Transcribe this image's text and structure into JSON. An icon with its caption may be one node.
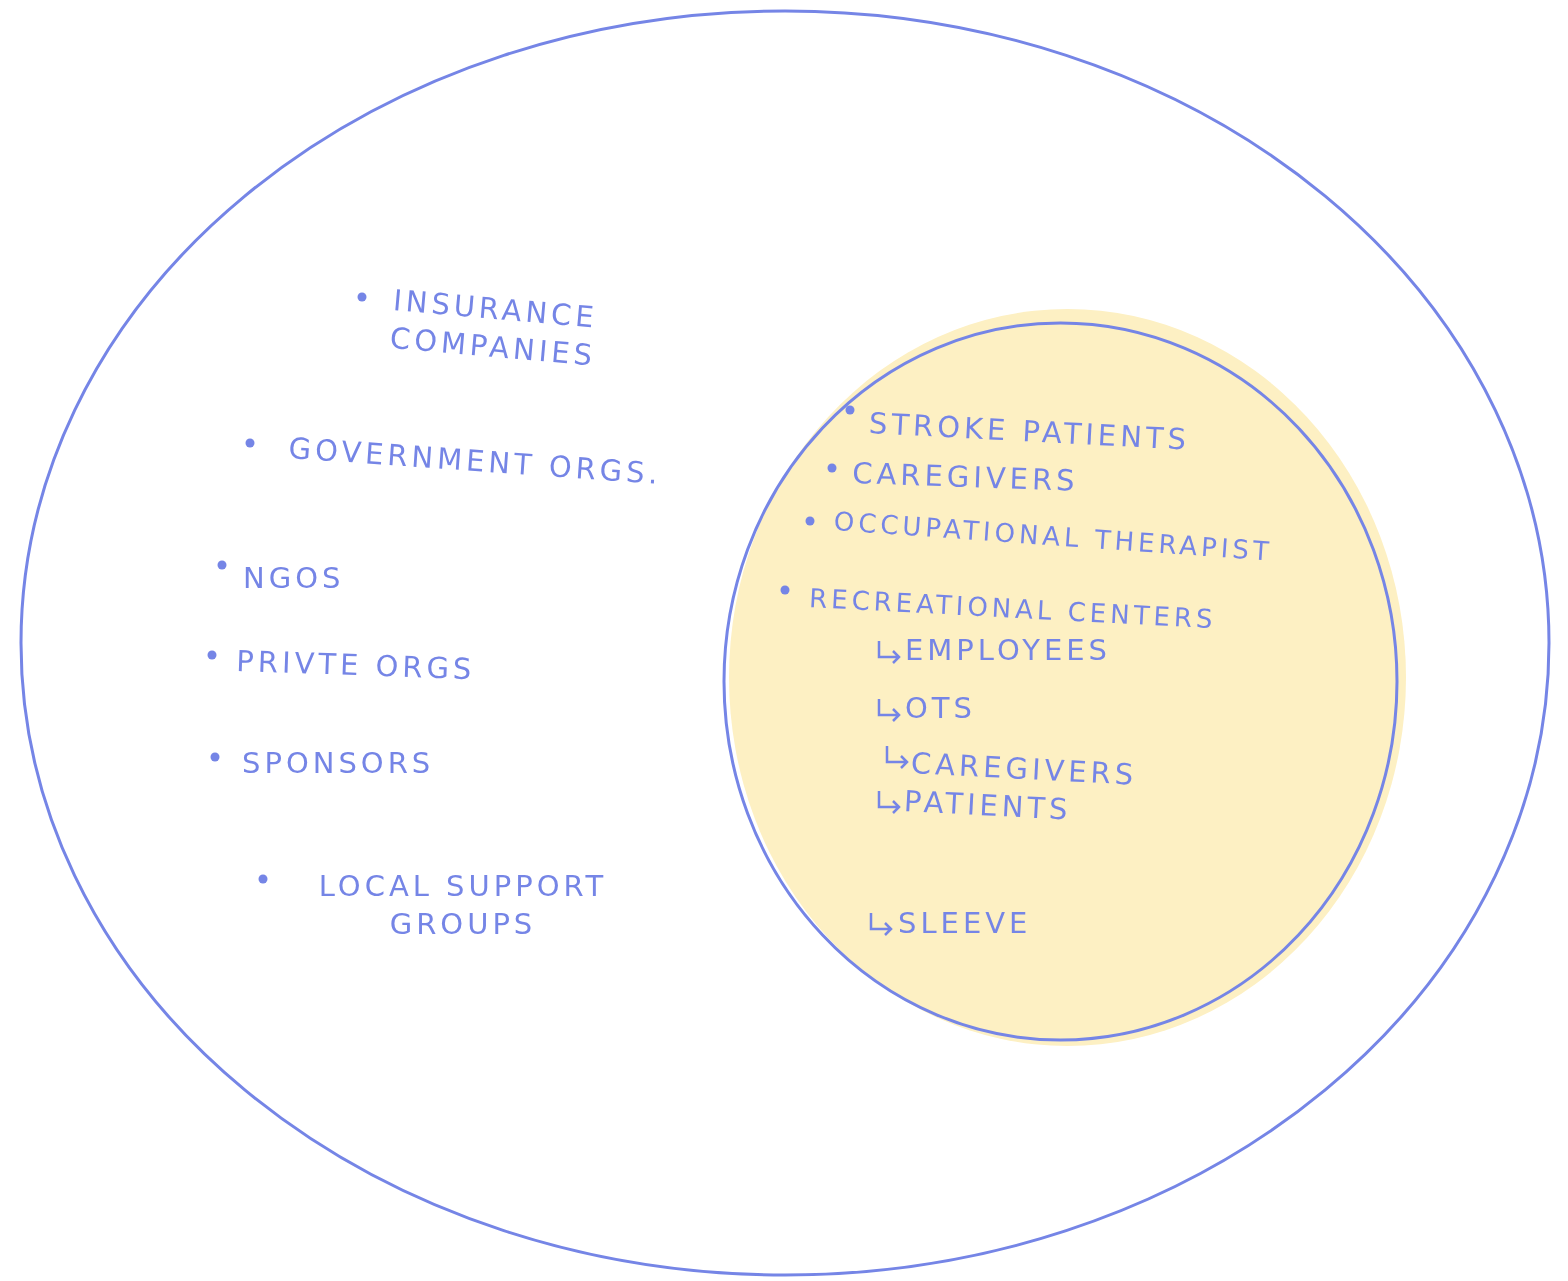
{
  "diagram": {
    "nodes": [
      {
        "text": [
          "INSURANCE COMPANIES",
          "GOVERNMENT ORGS.",
          "NGOS",
          "PRIVTE ORGS",
          "SPONSORS",
          "LOCAL SUPPORT GROUPS"
        ]
      },
      {
        "text": [
          "STROKE PATIENTS",
          "CAREGIVERS",
          "OCCUPATIONAL THERAPIST",
          "RECREATIONAL CENTERS",
          "EMPLOYEES",
          "OTS",
          "CAREGIVERS",
          "PATIENTS",
          "SLEEVE"
        ],
        "in": 0
      }
    ]
  }
}
